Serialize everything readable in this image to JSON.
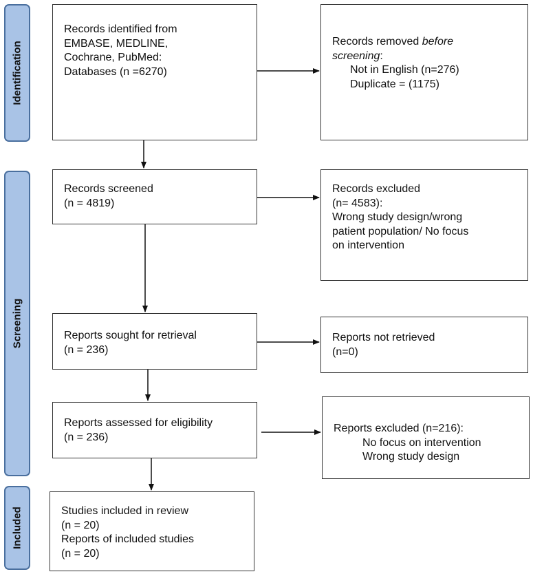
{
  "phases": {
    "identification": "Identification",
    "screening": "Screening",
    "included": "Included"
  },
  "boxes": {
    "identified": {
      "line1": "Records identified from",
      "line2": "EMBASE, MEDLINE,",
      "line3": "Cochrane, PubMed:",
      "line4": "Databases (n =6270)"
    },
    "removed": {
      "line1_prefix": "Records removed ",
      "line1_italic": "before",
      "line2_italic": "screening",
      "line2_suffix": ":",
      "item1": "Not in English (n=276)",
      "item2": "Duplicate = (1175)"
    },
    "screened": {
      "line1": "Records screened",
      "line2": "(n = 4819)"
    },
    "excluded": {
      "line1": "Records excluded",
      "line2": "(n= 4583):",
      "line3": "Wrong study design/wrong",
      "line4": "patient population/ No focus",
      "line5": "on intervention"
    },
    "sought": {
      "line1": "Reports sought for retrieval",
      "line2": "(n = 236)"
    },
    "not_retrieved": {
      "line1": "Reports not retrieved",
      "line2": "(n=0)"
    },
    "assessed": {
      "line1": "Reports assessed for eligibility",
      "line2": "(n = 236)"
    },
    "reports_excluded": {
      "line1": "Reports excluded (n=216):",
      "item1": "No focus on intervention",
      "item2": "Wrong study design"
    },
    "included": {
      "line1": "Studies included in review",
      "line2": "(n = 20)",
      "line3": "Reports of included studies",
      "line4": "(n = 20)"
    }
  },
  "colors": {
    "phase_fill": "#a9c3e6",
    "phase_border": "#4a6f9e",
    "box_border": "#333333",
    "arrow": "#111111"
  }
}
